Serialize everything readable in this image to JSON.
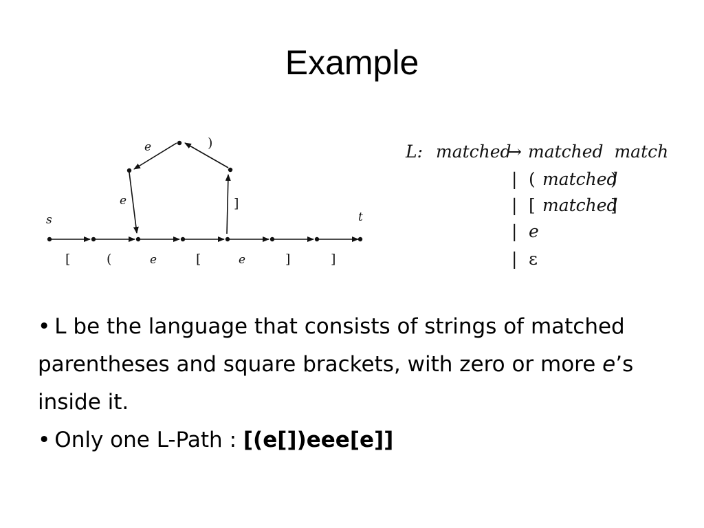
{
  "title": "Example",
  "graph": {
    "start_label": "s",
    "end_label": "t",
    "main_labels": [
      "[",
      "(",
      "e",
      "[",
      "e",
      "]",
      "]"
    ],
    "upper_labels": {
      "left_up": "e",
      "top_left": "e",
      "top_right": ")",
      "right_down": "]"
    }
  },
  "grammar": {
    "lhs": "L:",
    "head": "matched",
    "arrow": "→",
    "first_rhs": "matched  matched",
    "alternatives": [
      {
        "bar": "|",
        "open": "(",
        "body": "matched",
        "close": ")"
      },
      {
        "bar": "|",
        "open": "[",
        "body": "matched",
        "close": "]"
      },
      {
        "bar": "|",
        "open": "",
        "body": "e",
        "close": ""
      },
      {
        "bar": "|",
        "open": "",
        "body": "ε",
        "close": ""
      }
    ]
  },
  "bullets": {
    "b1_pre": "L be the language that consists of strings of matched parentheses and square brackets, with zero or more ",
    "b1_ital": "e",
    "b1_post": "’s inside it.",
    "b2_pre": "Only one L-Path : ",
    "b2_bold": "[(e[])eee[e]]",
    "bullet_char": "•"
  }
}
